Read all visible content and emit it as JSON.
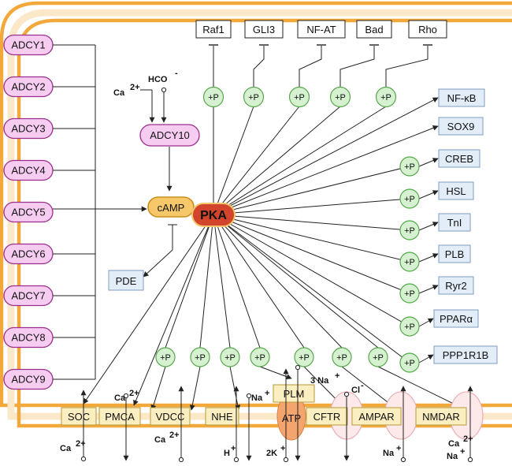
{
  "colors": {
    "membrane": "#f3a83b",
    "adcy_fill": "#f6cdf1",
    "adcy_stroke": "#9b2f8c",
    "camp_fill": "#f6c86a",
    "pka_fill": "#d2442c",
    "phospho_fill": "#d5f1d0",
    "phospho_stroke": "#5aa64f",
    "target_blue": "#e3edf8",
    "channel_fill": "#fbeec0"
  },
  "adcy": [
    "ADCY1",
    "ADCY2",
    "ADCY3",
    "ADCY4",
    "ADCY5",
    "ADCY6",
    "ADCY7",
    "ADCY8",
    "ADCY9"
  ],
  "soluble": {
    "adcy10": "ADCY10",
    "ca": "Ca",
    "ca_sup": "2+",
    "hco": "HCO",
    "hco_sup": "-"
  },
  "camp": "cAMP",
  "pka": "PKA",
  "pde": "PDE",
  "phospho": "+P",
  "top_targets": [
    "Raf1",
    "GLI3",
    "NF-AT",
    "Bad",
    "Rho"
  ],
  "right_targets": [
    "NF-κB",
    "SOX9",
    "CREB",
    "HSL",
    "TnI",
    "PLB",
    "Ryr2",
    "PPARα",
    "PPP1R1B"
  ],
  "channels": [
    "SOC",
    "PMCA",
    "VDCC",
    "NHE",
    "PLM",
    "ATP",
    "CFTR",
    "AMPAR",
    "NMDAR"
  ],
  "ions": {
    "soc_ca": "Ca",
    "soc_ca_sup": "2+",
    "pmca_ca": "Ca",
    "pmca_ca_sup": "2+",
    "vdcc_ca": "Ca",
    "vdcc_ca_sup": "2+",
    "nhe_na": "Na",
    "nhe_na_sup": "+",
    "nhe_h": "H",
    "nhe_h_sup": "+",
    "atp_na": "3 Na",
    "atp_na_sup": "+",
    "atp_k": "2K",
    "atp_k_sup": "+",
    "cftr_cl": "Cl",
    "cftr_cl_sup": "-",
    "ampar_na": "Na",
    "ampar_na_sup": "+",
    "nmdar_ca": "Ca",
    "nmdar_ca_sup": "2+",
    "nmdar_na": "Na",
    "nmdar_na_sup": "+"
  }
}
